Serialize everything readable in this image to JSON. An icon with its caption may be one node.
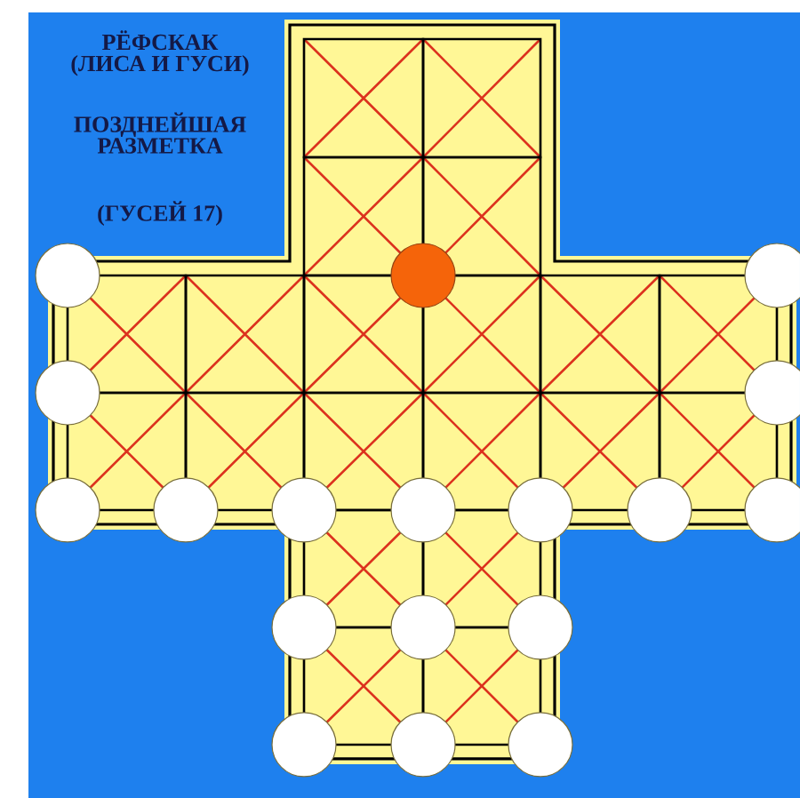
{
  "diagram": {
    "title": "РЁФСКАК (ЛИСА И ГУСИ)",
    "labels": [
      "ПОЗДНЕЙШАЯ РАЗМЕТКА",
      "(ГУСЕЙ 17)"
    ]
  }
}
